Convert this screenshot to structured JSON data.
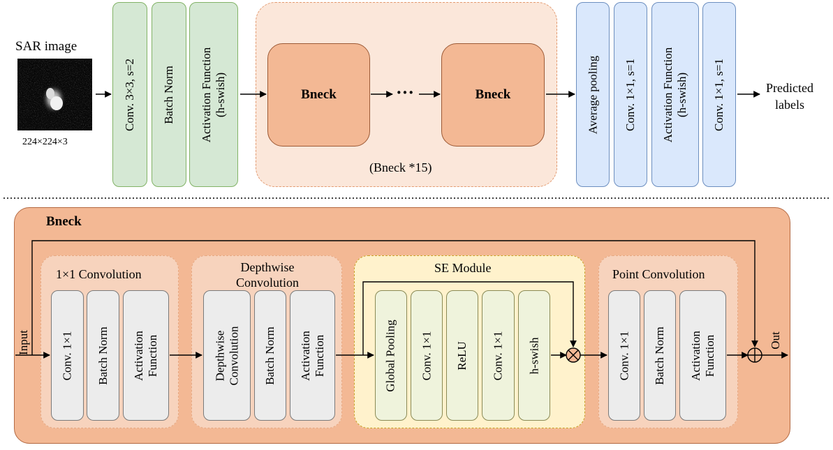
{
  "top": {
    "input_title": "SAR image",
    "input_dims": "224×224×3",
    "stem_blocks": [
      "Conv. 3×3, s=2",
      "Batch Norm",
      "Activation Function\n(h-swish)"
    ],
    "bneck_left": "Bneck",
    "bneck_right": "Bneck",
    "ellipsis": "···",
    "bneck_caption": "(Bneck *15)",
    "head_blocks": [
      "Average pooling",
      "Conv. 1×1, s=1",
      "Activation Function\n(h-swish)",
      "Conv. 1×1, s=1"
    ],
    "output_label": "Predicted\nlabels"
  },
  "bottom": {
    "title": "Bneck",
    "input_label": "Input",
    "output_label": "Out",
    "groups": [
      {
        "title": "1×1 Convolution",
        "blocks": [
          "Conv. 1×1",
          "Batch Norm",
          "Activation\nFunction"
        ]
      },
      {
        "title": "Depthwise\nConvolution",
        "blocks": [
          "Depthwise\nConvolution",
          "Batch Norm",
          "Activation\nFunction"
        ]
      },
      {
        "title": "SE Module",
        "blocks": [
          "Global Pooling",
          "Conv. 1×1",
          "ReLU",
          "Conv. 1×1",
          "h-swish"
        ]
      },
      {
        "title": "Point Convolution",
        "blocks": [
          "Conv. 1×1",
          "Batch Norm",
          "Activation\nFunction"
        ]
      }
    ]
  },
  "colors": {
    "stem": "#d5e8d4",
    "head": "#dae8fc",
    "bneck_block": "#f3b894",
    "bneck_panel": "#f6c8ab",
    "se_module": "#fff2cc"
  }
}
